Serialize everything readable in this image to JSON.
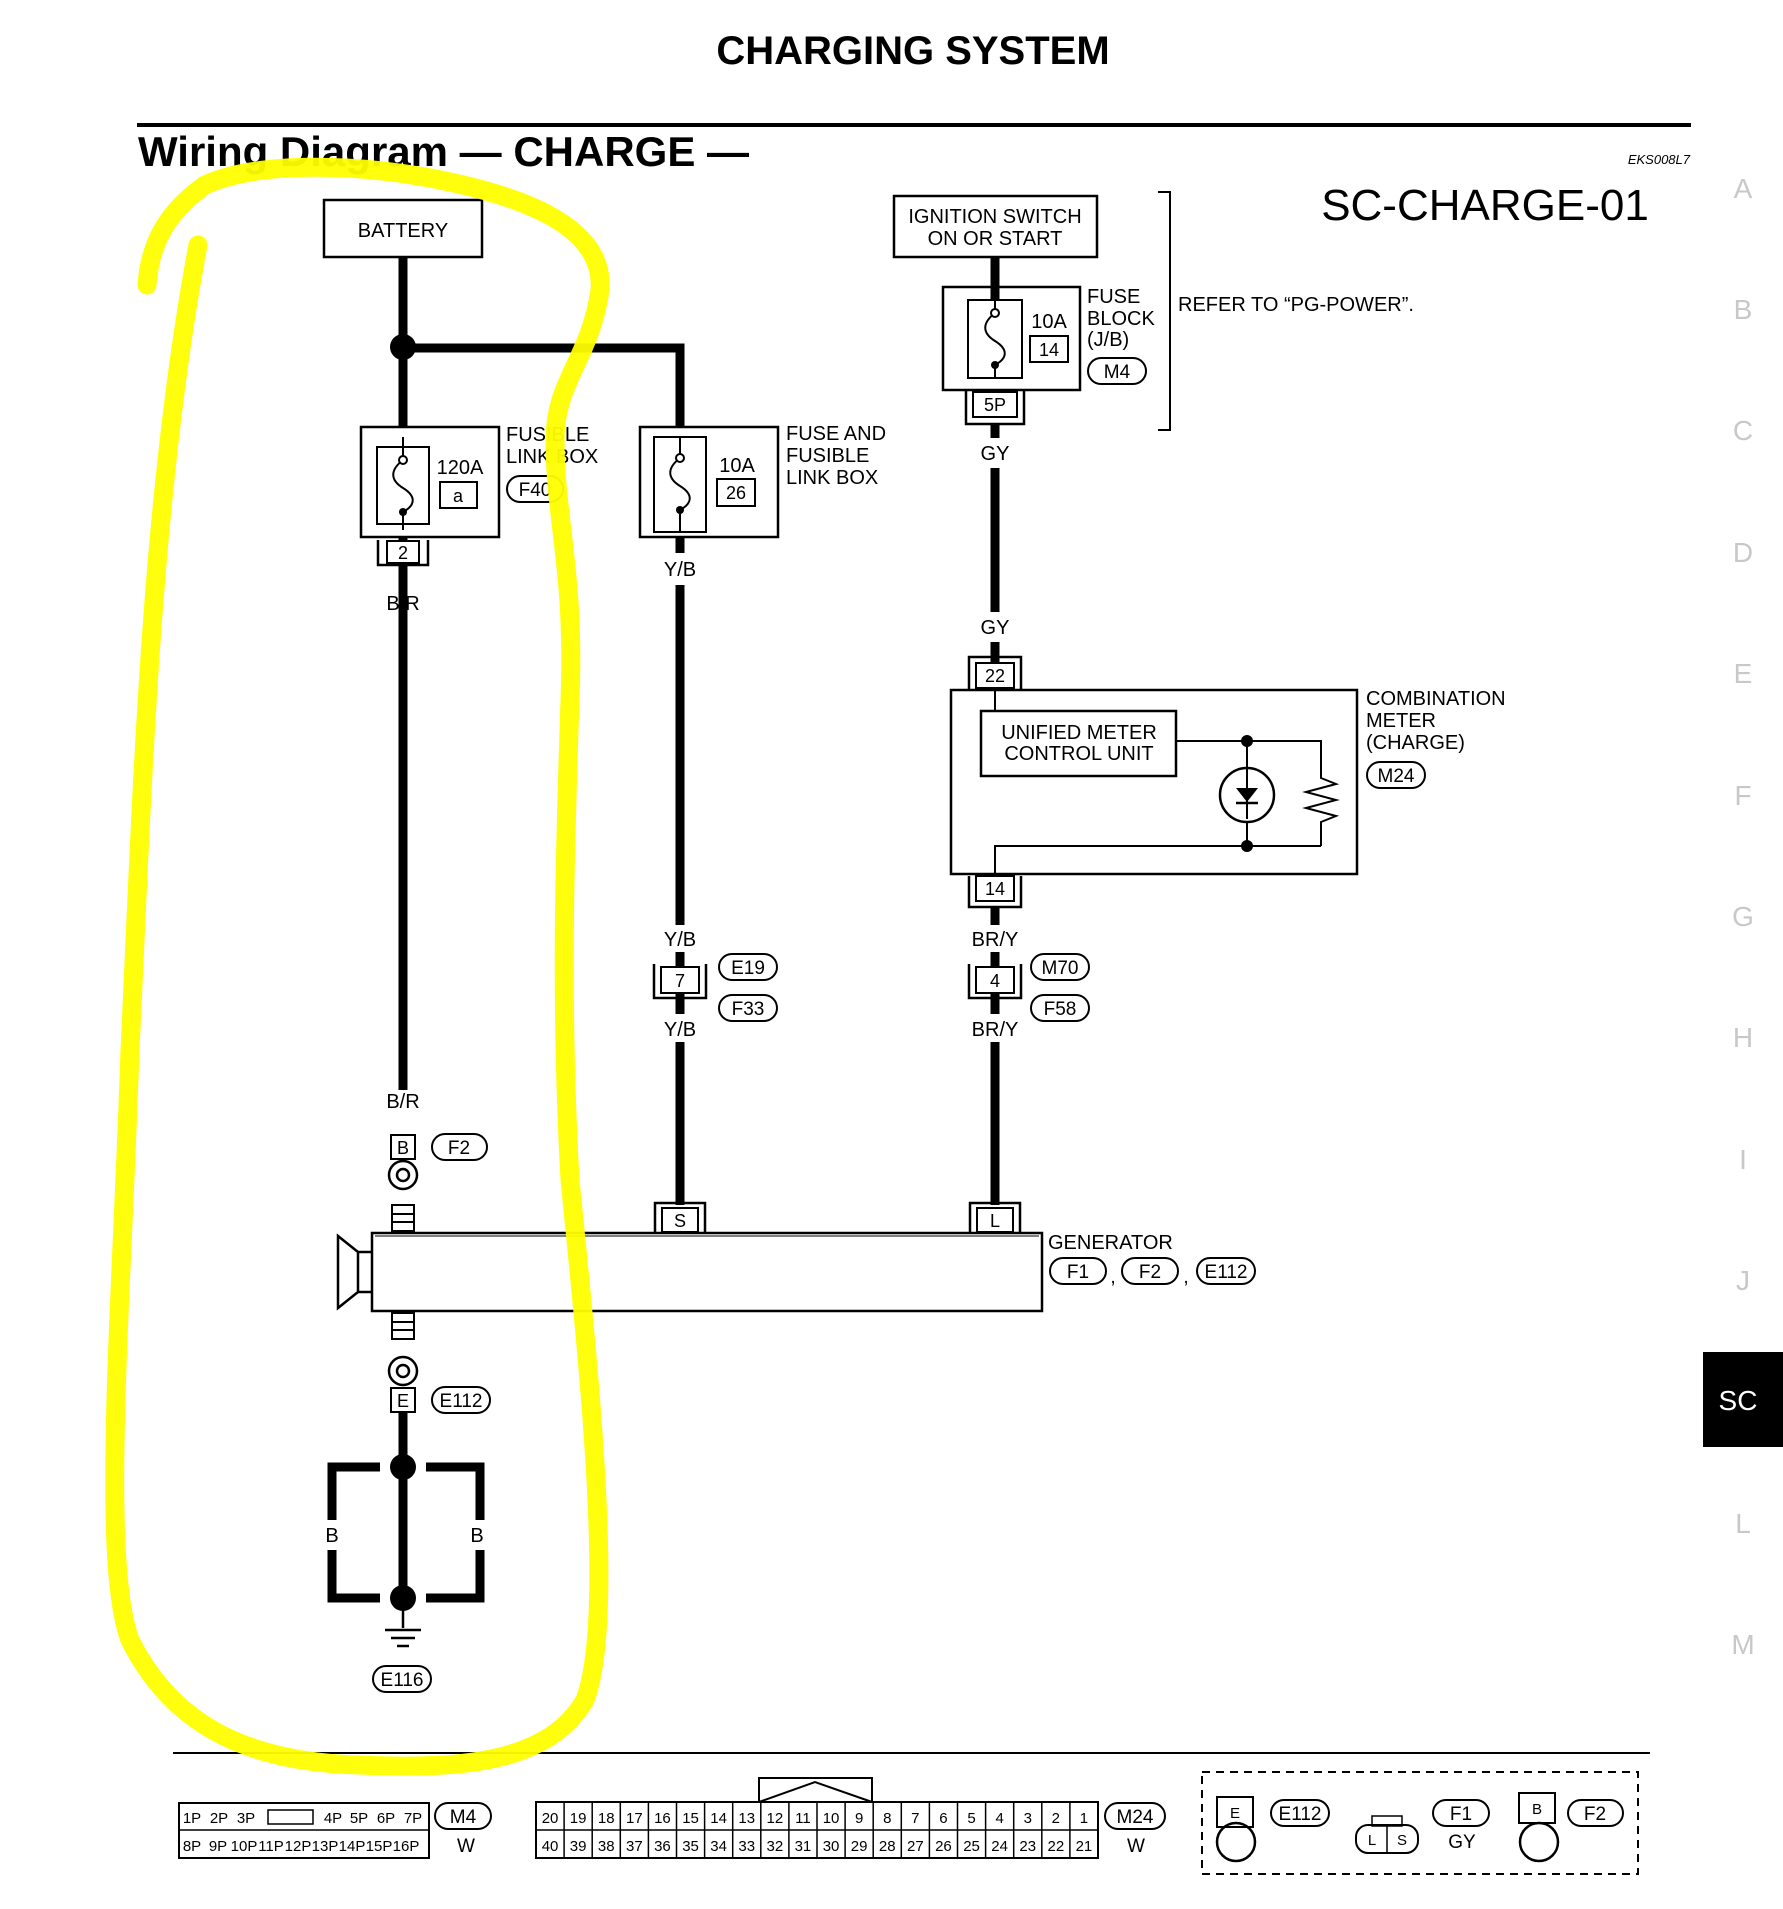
{
  "page_title": "CHARGING SYSTEM",
  "section_title": "Wiring Diagram — CHARGE —",
  "doc_code": "EKS008L7",
  "diagram_code": "SC-CHARGE-01",
  "components": {
    "battery": "BATTERY",
    "ignition_switch": [
      "IGNITION SWITCH",
      "ON OR START"
    ],
    "refer_note": "REFER TO “PG-POWER”.",
    "fuse_block": {
      "label": [
        "FUSE",
        "BLOCK",
        "(J/B)"
      ],
      "rating": "10A",
      "fuse_no": "14",
      "connector": "M4",
      "pin": "5P"
    },
    "fusible_link_box": {
      "label": [
        "FUSIBLE",
        "LINK BOX"
      ],
      "rating": "120A",
      "fuse_no": "a",
      "connector": "F40",
      "pin": "2"
    },
    "fuse_and_fusible_link_box": {
      "label": [
        "FUSE AND",
        "FUSIBLE",
        "LINK BOX"
      ],
      "rating": "10A",
      "fuse_no": "26"
    },
    "combination_meter": {
      "label": [
        "COMBINATION",
        "METER",
        "(CHARGE)"
      ],
      "connector": "M24",
      "pin_in": "22",
      "pin_out": "14"
    },
    "unified_meter": [
      "UNIFIED METER",
      "CONTROL UNIT"
    ],
    "generator": {
      "label": "GENERATOR",
      "connectors": [
        "F1",
        "F2",
        "E112"
      ],
      "sep": ",",
      "pin_s": "S",
      "pin_l": "L",
      "pin_b": "B",
      "pin_e": "E"
    },
    "ground": {
      "connector": "E116",
      "wire_left": "B",
      "wire_right": "B"
    }
  },
  "wires": {
    "br_r": "B/R",
    "y_b": "Y/B",
    "gy": "GY",
    "br_y": "BR/Y"
  },
  "joints": {
    "e19_f33": {
      "pin": "7",
      "top": "E19",
      "bottom": "F33"
    },
    "m70_f58": {
      "pin": "4",
      "top": "M70",
      "bottom": "F58"
    },
    "f2": "F2",
    "e112": "E112"
  },
  "side_tabs": [
    "A",
    "B",
    "C",
    "D",
    "E",
    "F",
    "G",
    "H",
    "I",
    "J",
    "SC",
    "L",
    "M"
  ],
  "active_tab": "SC",
  "connector_views": {
    "m4": {
      "name": "M4",
      "color": "W",
      "row1": [
        "1P",
        "2P",
        "3P",
        "4P",
        "5P",
        "6P",
        "7P"
      ],
      "row2": [
        "8P",
        "9P",
        "10P",
        "11P",
        "12P",
        "13P",
        "14P",
        "15P",
        "16P"
      ]
    },
    "m24": {
      "name": "M24",
      "color": "W",
      "row1": [
        "20",
        "19",
        "18",
        "17",
        "16",
        "15",
        "14",
        "13",
        "12",
        "11",
        "10",
        "9",
        "8",
        "7",
        "6",
        "5",
        "4",
        "3",
        "2",
        "1"
      ],
      "row2": [
        "40",
        "39",
        "38",
        "37",
        "36",
        "35",
        "34",
        "33",
        "32",
        "31",
        "30",
        "29",
        "28",
        "27",
        "26",
        "25",
        "24",
        "23",
        "22",
        "21"
      ]
    },
    "e112": {
      "pin": "E",
      "name": "E112"
    },
    "f1": {
      "pins": [
        "L",
        "S"
      ],
      "name": "F1",
      "color": "GY"
    },
    "f2": {
      "pin": "B",
      "name": "F2"
    }
  },
  "highlight_color": "#ffff00"
}
